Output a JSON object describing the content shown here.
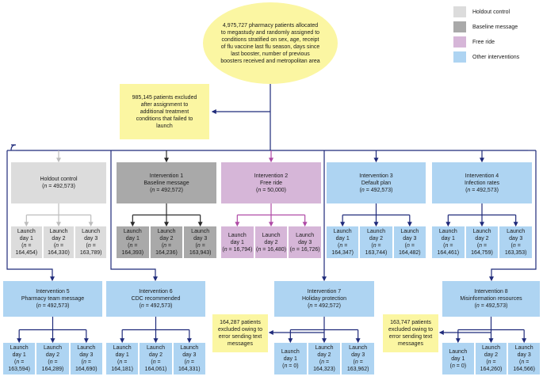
{
  "top": {
    "text": "4,975,727 pharmacy patients allocated to megastudy and randomly assigned to conditions stratified on sex, age, receipt of flu vaccine last flu season, days since last booster, number of previous boosters received and metropolitan area"
  },
  "excluded_note": "985,145 patients excluded after assignment to additional treatment conditions that failed to launch",
  "legend": [
    {
      "label": "Holdout control",
      "color": "#dcdcdc"
    },
    {
      "label": "Baseline message",
      "color": "#a9a9a9"
    },
    {
      "label": "Free ride",
      "color": "#d6b6d8"
    },
    {
      "label": "Other interventions",
      "color": "#aed4f2"
    }
  ],
  "arms": [
    {
      "title": "Holdout control",
      "subtitle": "",
      "n": "492,573",
      "color": "#dcdcdc",
      "launch": [
        "164,454",
        "164,330",
        "163,789"
      ]
    },
    {
      "title": "Intervention 1",
      "subtitle": "Baseline message",
      "n": "492,572",
      "color": "#a9a9a9",
      "launch": [
        "164,393",
        "164,236",
        "163,943"
      ]
    },
    {
      "title": "Intervention 2",
      "subtitle": "Free ride",
      "n": "50,000",
      "color": "#d6b6d8",
      "launch": [
        "16,794",
        "16,480",
        "16,726"
      ]
    },
    {
      "title": "Intervention 3",
      "subtitle": "Default plan",
      "n": "492,573",
      "color": "#aed4f2",
      "launch": [
        "164,347",
        "163,744",
        "164,482"
      ]
    },
    {
      "title": "Intervention 4",
      "subtitle": "Infection rates",
      "n": "492,573",
      "color": "#aed4f2",
      "launch": [
        "164,461",
        "164,759",
        "163,353"
      ]
    },
    {
      "title": "Intervention 5",
      "subtitle": "Pharmacy team message",
      "n": "492,573",
      "color": "#aed4f2",
      "launch": [
        "163,594",
        "164,289",
        "164,690"
      ]
    },
    {
      "title": "Intervention 6",
      "subtitle": "CDC recommended",
      "n": "492,573",
      "color": "#aed4f2",
      "launch": [
        "164,181",
        "164,061",
        "164,331"
      ]
    },
    {
      "title": "Intervention 7",
      "subtitle": "Holiday protection",
      "n": "492,572",
      "color": "#aed4f2",
      "launch": [
        "0",
        "164,323",
        "163,962"
      ]
    },
    {
      "title": "Intervention 8",
      "subtitle": "Misinformation resources",
      "n": "492,573",
      "color": "#aed4f2",
      "launch": [
        "0",
        "164,260",
        "164,566"
      ]
    }
  ],
  "error_notes": [
    "164,287 patients excluded owing to error sending text messages",
    "163,747 patients excluded owing to error sending text messages"
  ],
  "launch_words": [
    "Launch",
    "day"
  ],
  "n_prefix": "n",
  "n_eq": " = "
}
